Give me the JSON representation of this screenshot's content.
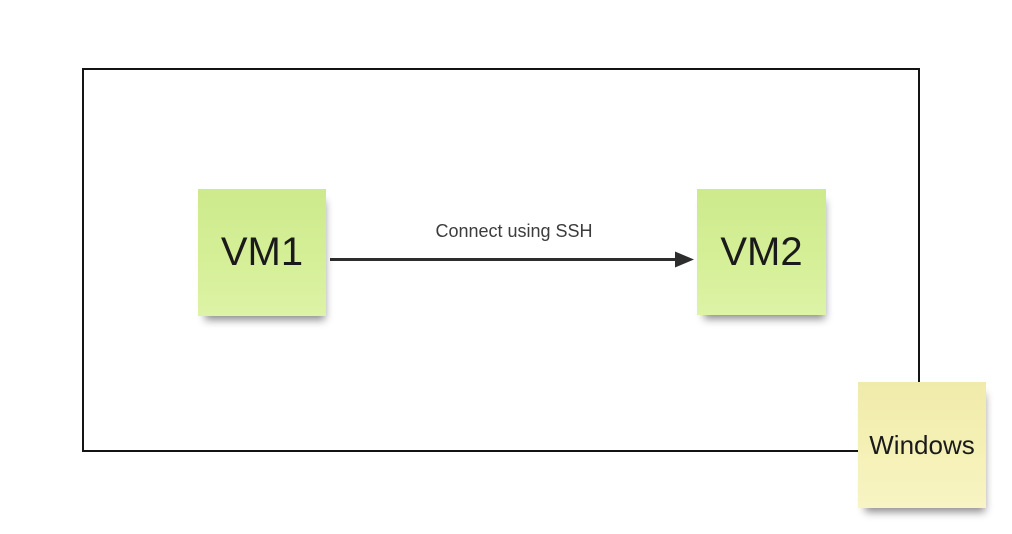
{
  "diagram": {
    "boundary": {
      "border_color": "#141414"
    },
    "notes": {
      "vm1": {
        "label": "VM1",
        "fill": "#d5ef97",
        "fill_gradient_top": "#cdea8c",
        "fill_gradient_bottom": "#ddf3a6"
      },
      "vm2": {
        "label": "VM2",
        "fill": "#d5ef97",
        "fill_gradient_top": "#cdea8c",
        "fill_gradient_bottom": "#ddf3a6"
      },
      "windows": {
        "label": "Windows",
        "fill": "#f5f1b6",
        "fill_gradient_top": "#f0ebaa",
        "fill_gradient_bottom": "#f8f4c4"
      }
    },
    "edge": {
      "label": "Connect using SSH",
      "from": "VM1",
      "to": "VM2",
      "color": "#2d2d2d",
      "label_color": "#3c3c3c"
    }
  },
  "colors": {
    "background": "#ffffff",
    "note_text": "#1a1a1a"
  }
}
